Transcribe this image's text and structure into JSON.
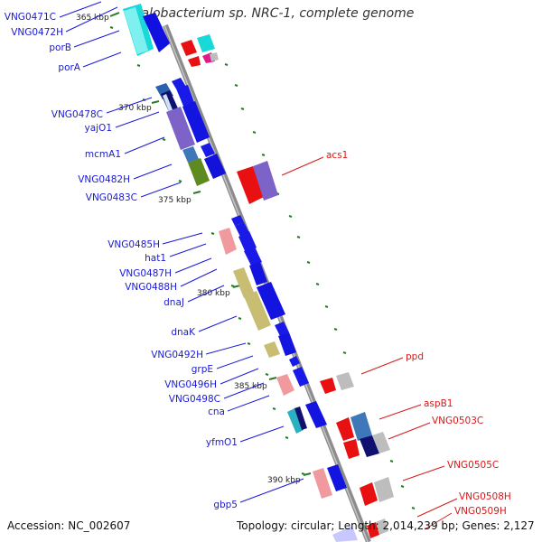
{
  "title": "Halobacterium sp. NRC-1, complete genome",
  "accession_label": "Accession: NC_002607",
  "summary_label": "Topology: circular; Length: 2,014,239 bp; Genes: 2,127",
  "colors": {
    "left_label": "#1a1ad6",
    "right_label": "#d61a1a",
    "backbone": "#8c8c8c",
    "tick": "#2a7a2a"
  },
  "ticks": [
    "365 kbp",
    "370 kbp",
    "375 kbp",
    "380 kbp",
    "385 kbp",
    "390 kbp"
  ],
  "left_labels": [
    "VNG0471C",
    "VNG0472H",
    "porB",
    "porA",
    "VNG0478C",
    "yajO1",
    "mcmA1",
    "VNG0482H",
    "VNG0483C",
    "VNG0485H",
    "hat1",
    "VNG0487H",
    "VNG0488H",
    "dnaJ",
    "dnaK",
    "VNG0492H",
    "grpE",
    "VNG0496H",
    "VNG0498C",
    "cna",
    "yfmO1",
    "gbp5"
  ],
  "right_labels": [
    "acs1",
    "ppd",
    "aspB1",
    "VNG0503C",
    "VNG0505C",
    "VNG0508H",
    "VNG0509H"
  ]
}
